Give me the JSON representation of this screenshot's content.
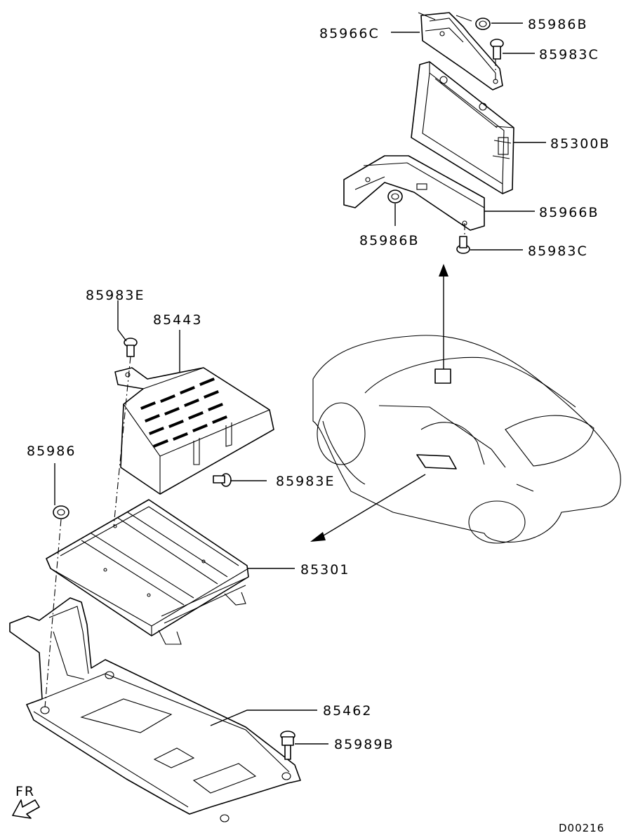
{
  "callouts": {
    "c85966C": "85966C",
    "c85986B_top": "85986B",
    "c85983C_top": "85983C",
    "c85300B": "85300B",
    "c85966B": "85966B",
    "c85986B_mid": "85986B",
    "c85983C_mid": "85983C",
    "c85983E_top": "85983E",
    "c85443": "85443",
    "c85983E_side": "85983E",
    "c85986": "85986",
    "c85301": "85301",
    "c85462": "85462",
    "c85989B": "85989B"
  },
  "orientation": {
    "label": "FR"
  },
  "figure_code": "D00216"
}
